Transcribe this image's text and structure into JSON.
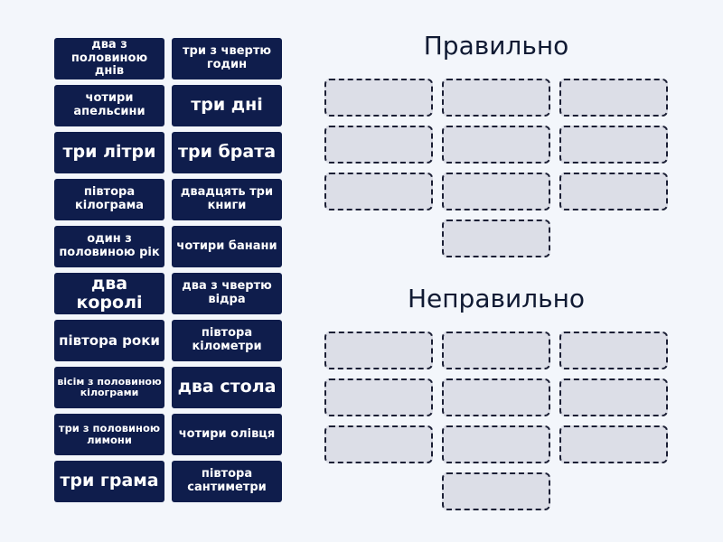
{
  "cards": [
    "два з половиною днів",
    "три з чвертю годин",
    "чотири апельсини",
    "три дні",
    "три літри",
    "три брата",
    "півтора кілограма",
    "двадцять три книги",
    "один з половиною рік",
    "чотири банани",
    "два королі",
    "два з чвертю відра",
    "півтора роки",
    "півтора кілометри",
    "вісім з половиною кілограми",
    "два стола",
    "три з половиною лимони",
    "чотири олівця",
    "три грама",
    "півтора сантиметри"
  ],
  "groups": [
    {
      "title": "Правильно",
      "slots": 10
    },
    {
      "title": "Неправильно",
      "slots": 10
    }
  ]
}
